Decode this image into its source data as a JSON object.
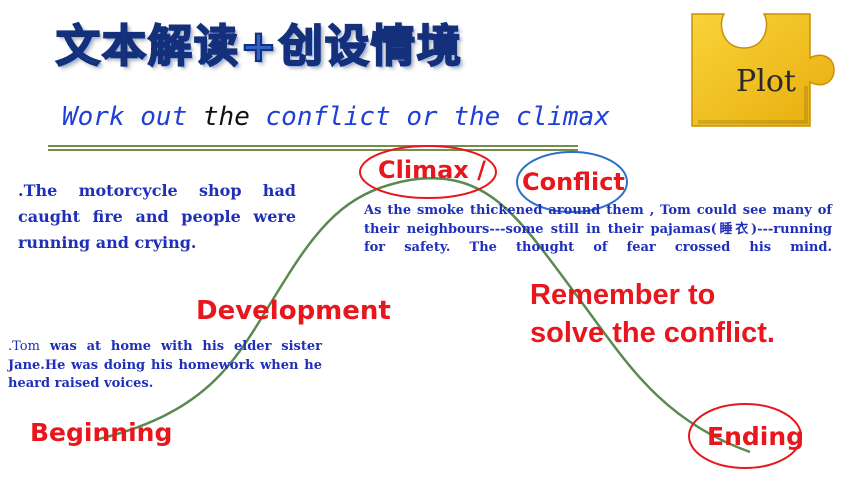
{
  "header": {
    "title_cn": "文本解读+创设情境",
    "subtitle_part1": "Work out",
    "subtitle_part2": "the",
    "subtitle_part3": "conflict or the climax"
  },
  "puzzle": {
    "label": "Plot"
  },
  "stages": {
    "climax": "Climax /",
    "conflict": "Conflict",
    "development": "Development",
    "beginning": "Beginning",
    "ending": "Ending"
  },
  "passages": {
    "conflict_text": ".The motorcycle shop had caught fire and people were running and crying.",
    "climax_text": "As the smoke thickened around them , Tom could see many of their neighbours---some still in their pajamas(睡衣)---running for safety. The thought of fear crossed his mind.",
    "beginning_lead": ".Tom",
    "beginning_text": "was at home with his elder sister Jane.He was doing his homework when he heard raised voices."
  },
  "note": {
    "line1": "Remember to",
    "line2": "solve the conflict."
  },
  "colors": {
    "accent_red": "#e8161d",
    "text_blue": "#1f2fb8",
    "curve_green": "#5a8a4f",
    "puzzle_yellow": "#f3c21a",
    "circle_blue": "#2a6fc9"
  }
}
